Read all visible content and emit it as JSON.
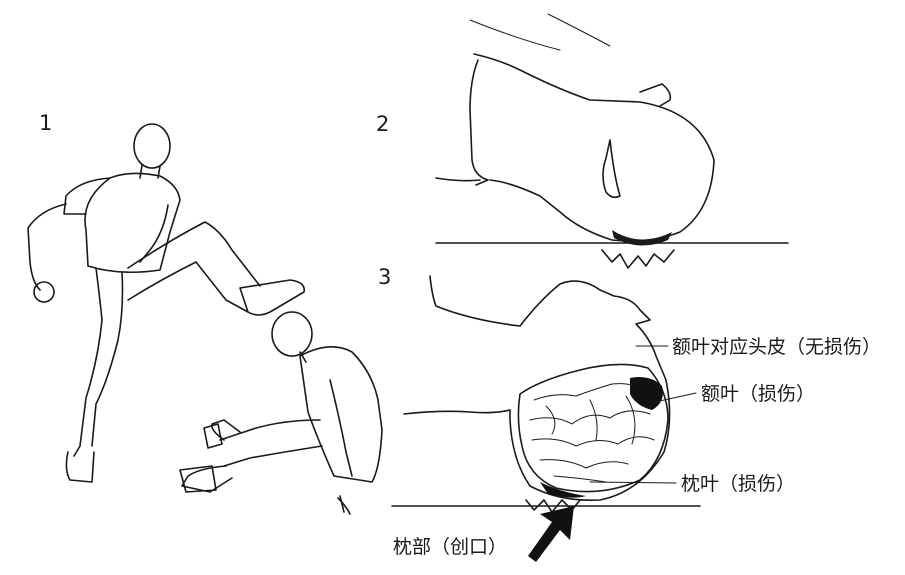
{
  "panels": [
    {
      "number": "1"
    },
    {
      "number": "2"
    },
    {
      "number": "3"
    }
  ],
  "labels": {
    "frontal_scalp": "额叶对应头皮（无损伤）",
    "frontal_lobe": "额叶（损伤）",
    "occipital_lobe": "枕叶（损伤）",
    "occipital_wound": "枕部（创口）"
  },
  "colors": {
    "ink": "#1a1a1a",
    "background": "#ffffff",
    "bruise": "#111111"
  }
}
